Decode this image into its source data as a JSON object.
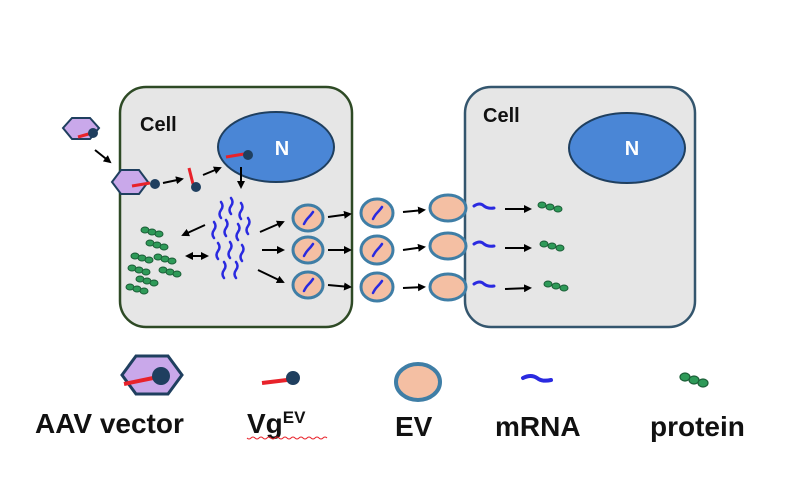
{
  "diagram": {
    "left_cell": {
      "label": "Cell",
      "nucleus_label": "N"
    },
    "right_cell": {
      "label": "Cell",
      "nucleus_label": "N"
    }
  },
  "legend": {
    "aav": "AAV vector",
    "vg": "Vg",
    "vg_sup": "EV",
    "ev": "EV",
    "mrna": "mRNA",
    "protein": "protein"
  },
  "colors": {
    "cell_fill": "#e6e6e6",
    "left_cell_border": "#2e4a25",
    "right_cell_border": "#34566e",
    "nucleus": "#4a86d6",
    "aav": "#c9a8ea",
    "vg_red": "#e8222a",
    "vg_dot": "#1f3f5f",
    "ev_fill": "#f4bfa3",
    "ev_ring": "#3f7ea6",
    "mrna": "#2a2ae0",
    "protein": "#2e9a58"
  }
}
